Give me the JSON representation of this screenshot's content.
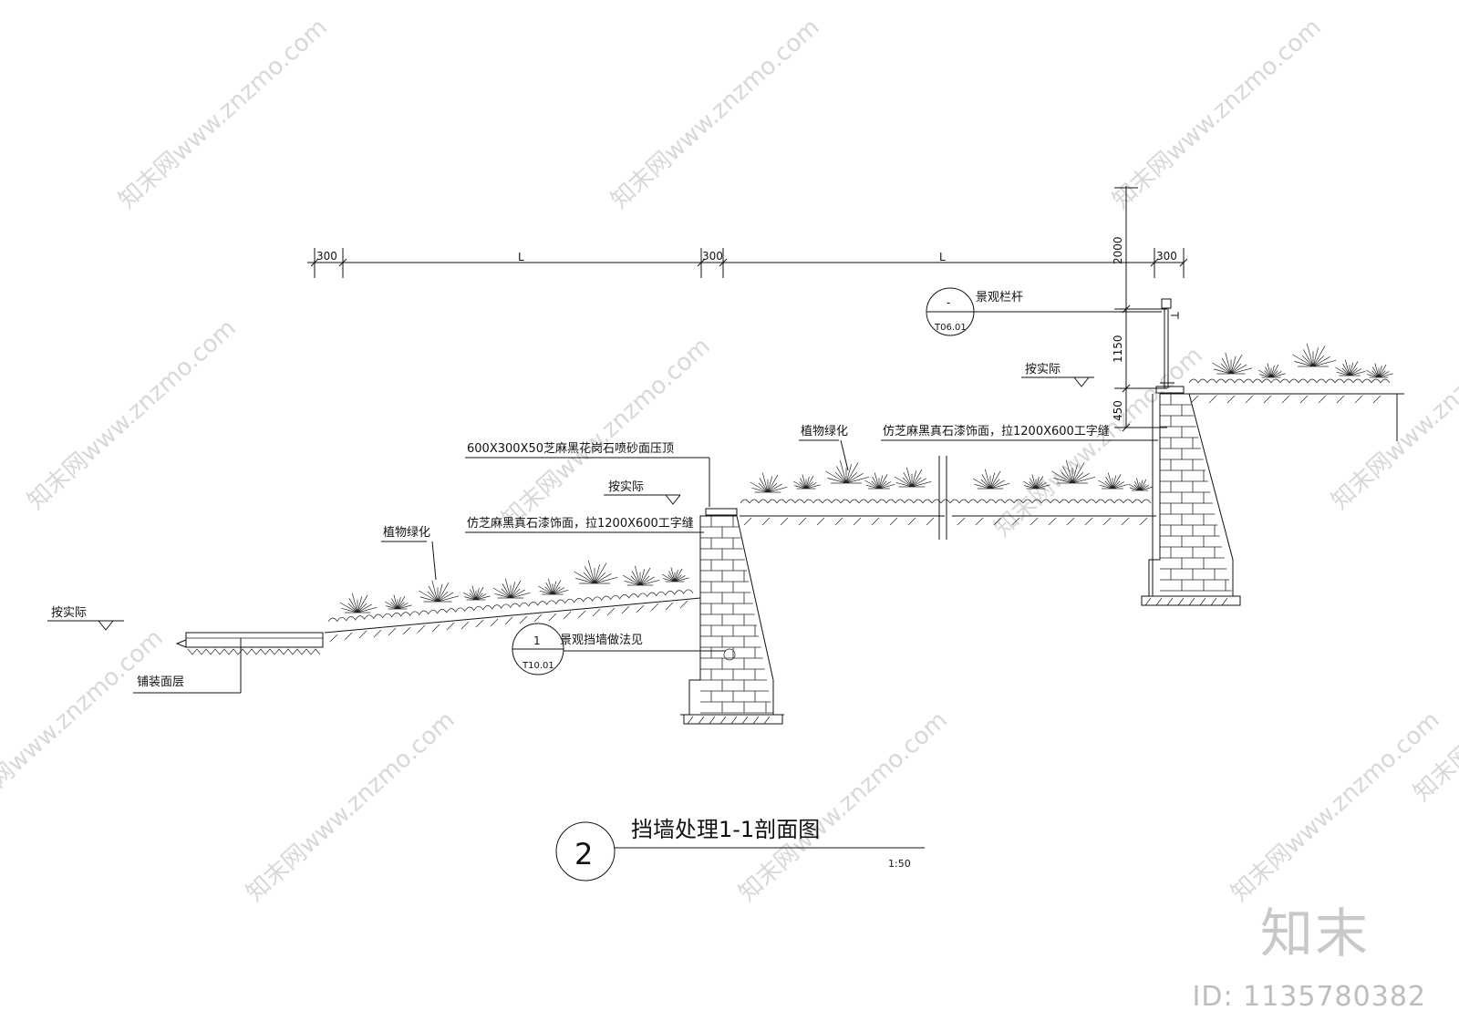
{
  "drawing": {
    "title": "挡墙处理1-1剖面图",
    "section_number": "2",
    "scale": "1:50"
  },
  "dimensions": {
    "top_chain": [
      "300",
      "L",
      "300",
      "L",
      "300"
    ],
    "vertical_chain": [
      "2000",
      "1150",
      "450"
    ]
  },
  "labels": {
    "coping": "600X300X50芝麻黑花岗石喷砂面压顶",
    "as_built_1": "按实际",
    "finish_1": "仿芝麻黑真石漆饰面，拉1200X600工字缝",
    "planting_1": "植物绿化",
    "as_built_left": "按实际",
    "paving": "铺装面层",
    "planting_2": "植物绿化",
    "finish_2": "仿芝麻黑真石漆饰面，拉1200X600工字缝",
    "railing": "景观栏杆",
    "as_built_2": "按实际"
  },
  "callouts": {
    "wall": {
      "number": "1",
      "sheet": "T10.01",
      "text": "景观挡墙做法见"
    },
    "railing": {
      "number": "-",
      "sheet": "T06.01"
    }
  },
  "watermark": {
    "text": "知末网www.znzmo.com",
    "brand": "知末",
    "id": "ID: 1135780382"
  }
}
